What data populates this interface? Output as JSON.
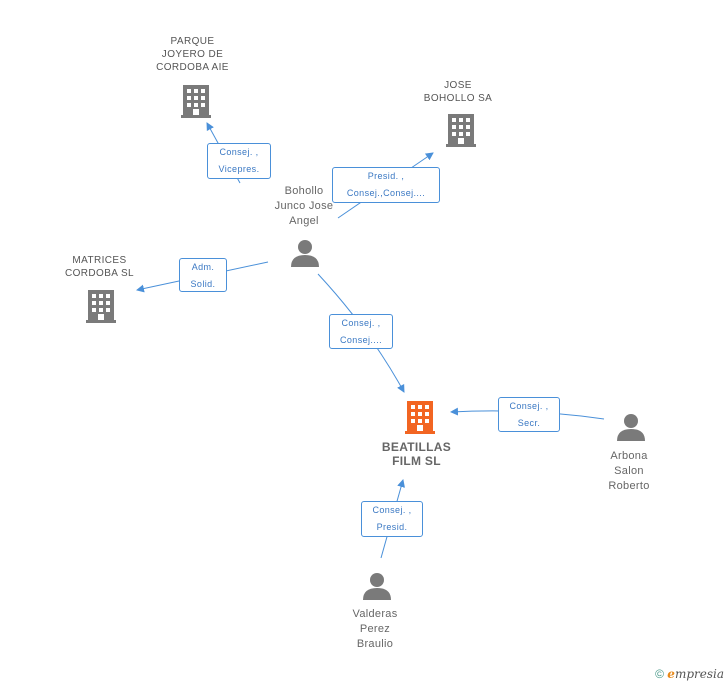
{
  "nodes": {
    "parque": "PARQUE\nJOYERO DE\nCORDOBA AIE",
    "jose_bohollo": "JOSE\nBOHOLLO SA",
    "matrices": "MATRICES\nCORDOBA SL",
    "bohollo_person": "Bohollo\nJunco Jose\nAngel",
    "beatillas": "BEATILLAS\nFILM SL",
    "arbona": "Arbona\nSalon\nRoberto",
    "valderas": "Valderas\nPerez\nBraulio"
  },
  "relations": {
    "to_parque": "Consej. ,\nVicepres.",
    "to_jose": "Presid. ,\nConsej.,Consej....",
    "to_matrices": "Adm.\nSolid.",
    "bohollo_to_beatillas": "Consej. ,\nConsej....",
    "arbona_to_beatillas": "Consej. ,\nSecr.",
    "valderas_to_beatillas": "Consej. ,\nPresid."
  },
  "footer": {
    "copyright": "©",
    "brand_e": "e",
    "brand_rest": "mpresia"
  },
  "colors": {
    "edge": "#4a90d9",
    "building": "#7a7a7a",
    "main_building": "#f26522",
    "person": "#7a7a7a"
  }
}
